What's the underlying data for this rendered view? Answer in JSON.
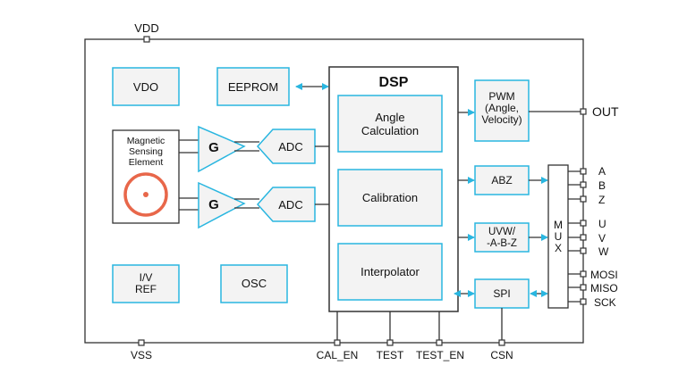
{
  "colors": {
    "accent": "#29b6e0",
    "sensor": "#e8674a",
    "line": "#333333",
    "block_fill": "#f3f3f3"
  },
  "pins": {
    "top": [
      "VDD"
    ],
    "bottom": [
      "VSS",
      "CAL_EN",
      "TEST",
      "TEST_EN",
      "CSN"
    ],
    "right": [
      "OUT",
      "A",
      "B",
      "Z",
      "U",
      "V",
      "W",
      "MOSI",
      "MISO",
      "SCK"
    ]
  },
  "blocks": {
    "vdo": "VDO",
    "eeprom": "EEPROM",
    "sensor": [
      "Magnetic",
      "Sensing",
      "Element"
    ],
    "gain1": "G",
    "gain2": "G",
    "adc1": "ADC",
    "adc2": "ADC",
    "iv_ref": [
      "I/V",
      "REF"
    ],
    "osc": "OSC",
    "dsp": "DSP",
    "angle_calc": [
      "Angle",
      "Calculation"
    ],
    "calibration": "Calibration",
    "interpolator": "Interpolator",
    "pwm": [
      "PWM",
      "(Angle,",
      "Velocity)"
    ],
    "abz": "ABZ",
    "uvw": [
      "UVW/",
      "-A-B-Z"
    ],
    "spi": "SPI",
    "mux": [
      "M",
      "U",
      "X"
    ]
  }
}
